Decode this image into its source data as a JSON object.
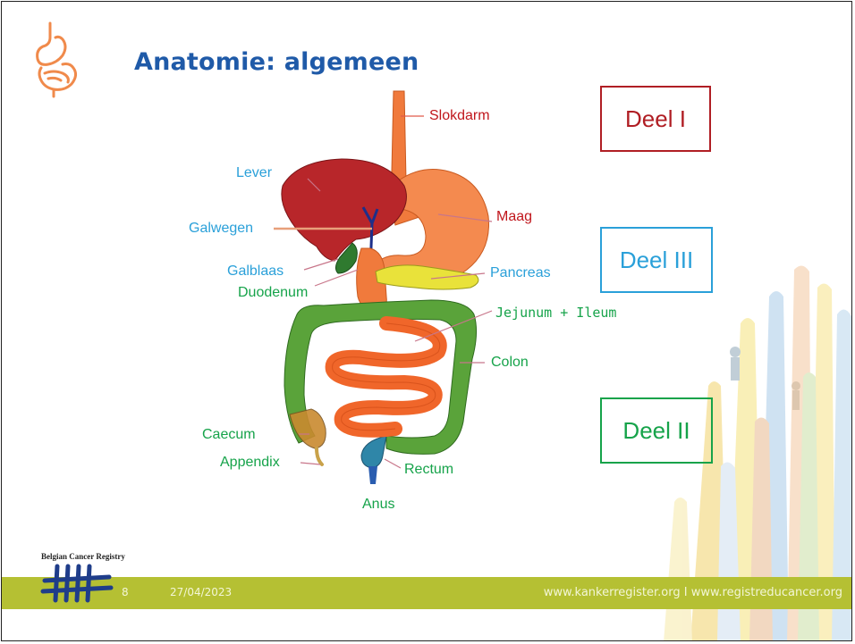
{
  "slide": {
    "title": "Anatomie: algemeen",
    "slide_number": "8",
    "date": "27/04/2023",
    "footer_links": "www.kankerregister.org  I  www.registreducancer.org",
    "brand_name": "Belgian Cancer Registry"
  },
  "labels": {
    "slokdarm": "Slokdarm",
    "lever": "Lever",
    "maag": "Maag",
    "galwegen": "Galwegen",
    "galblaas": "Galblaas",
    "pancreas": "Pancreas",
    "duodenum": "Duodenum",
    "jejunum_ileum": "Jejunum + Ileum",
    "colon": "Colon",
    "caecum": "Caecum",
    "appendix": "Appendix",
    "rectum": "Rectum",
    "anus": "Anus"
  },
  "deel_boxes": {
    "deel1": "Deel I",
    "deel3": "Deel III",
    "deel2": "Deel II"
  },
  "colors": {
    "title": "#1f5aa8",
    "red_label": "#c0161c",
    "blue_label": "#2aa0d9",
    "green_label": "#16a34a",
    "footer_bar": "#b5c033",
    "icon": "#f08a4b"
  },
  "icons": {
    "organ_icon": "stomach-intestine-icon",
    "logo": "belgian-cancer-registry-tally-logo"
  }
}
